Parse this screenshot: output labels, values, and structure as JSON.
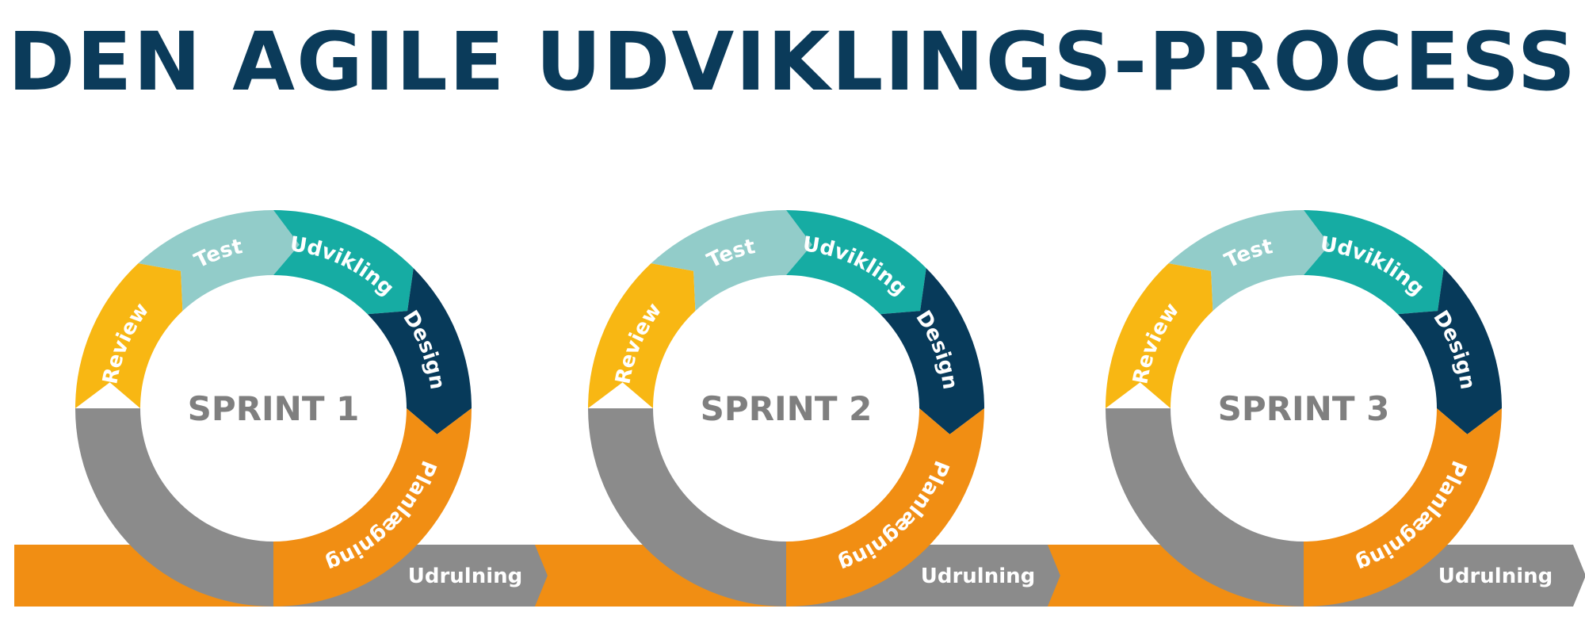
{
  "title": "DEN AGILE UDVIKLINGS-PROCESS",
  "colors": {
    "title": "#0b3b5a",
    "review": "#f8b713",
    "test": "#92ccc9",
    "udvikling": "#16aca3",
    "design": "#073a5a",
    "planlaegning": "#f18e13",
    "gray": "#8b8b8b",
    "sprint_text": "#7f7f7f"
  },
  "sprints": [
    {
      "label": "SPRINT 1",
      "segments": {
        "review": "Review",
        "test": "Test",
        "udvikling": "Udvikling",
        "design": "Design",
        "planlaegning": "Planlægning"
      },
      "release": "Udrulning"
    },
    {
      "label": "SPRINT 2",
      "segments": {
        "review": "Review",
        "test": "Test",
        "udvikling": "Udvikling",
        "design": "Design",
        "planlaegning": "Planlægning"
      },
      "release": "Udrulning"
    },
    {
      "label": "SPRINT 3",
      "segments": {
        "review": "Review",
        "test": "Test",
        "udvikling": "Udvikling",
        "design": "Design",
        "planlaegning": "Planlægning"
      },
      "release": "Udrulning"
    }
  ]
}
